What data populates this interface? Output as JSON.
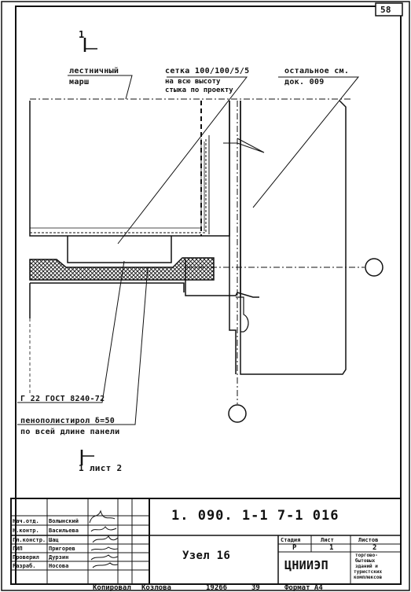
{
  "sheet_number": "58",
  "view_marker": {
    "top": "1",
    "bottom": "1",
    "bottom_ref": "1 лист 2"
  },
  "labels": {
    "stair_flight_l1": "лестничный",
    "stair_flight_l2": "марш",
    "mesh_l1": "сетка 100/100/5/5",
    "mesh_l2": "на всю высоту",
    "mesh_l3": "стыка по проекту",
    "rest_l1": "остальное см.",
    "rest_l2": "док. 009",
    "sealant": "Г 22 ГОСТ 8240-72",
    "foam_l1": "пенополистирол δ=50",
    "foam_l2": "по всей длине панели"
  },
  "title_block": {
    "code": "1. 090. 1-1 7-1 016",
    "title": "Узел 16",
    "roles": [
      "Нач.отд.",
      "Н.контр.",
      "Гл.констр.",
      "ГИП",
      "Проверил",
      "Разраб."
    ],
    "names": [
      "Волынский",
      "Васильева",
      "Шац",
      "Пригорев",
      "Дурзин",
      "Носова"
    ],
    "stage_header": "Стадия",
    "sheet_header": "Лист",
    "sheets_header": "Листов",
    "stage": "Р",
    "sheet": "1",
    "sheets": "2",
    "org": "ЦНИИЭП",
    "org_desc": [
      "торгово-",
      "бытовых",
      "зданий и",
      "туристских",
      "комплексов"
    ]
  },
  "footer": {
    "copied": "Копировал",
    "copier": "Козлова",
    "order": "19266",
    "num": "39",
    "format": "Формат А4"
  }
}
